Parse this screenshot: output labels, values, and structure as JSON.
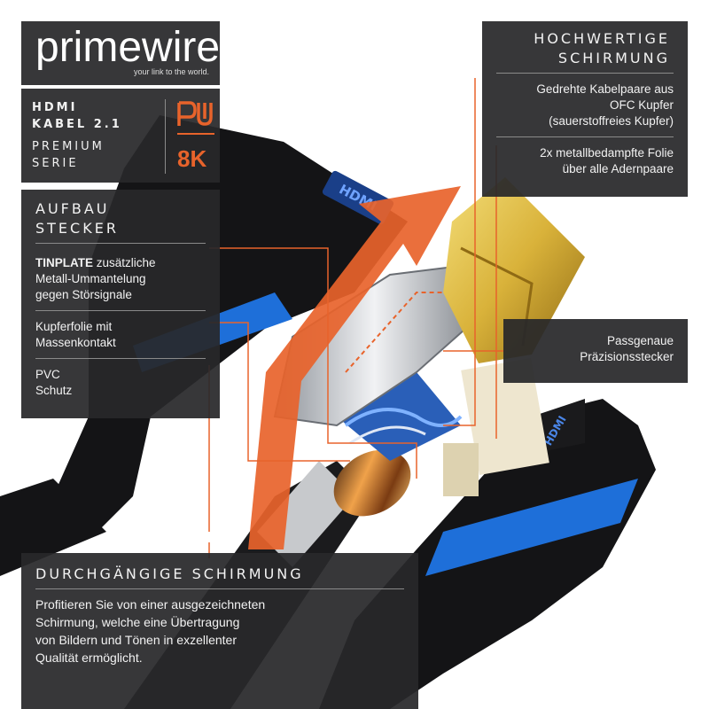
{
  "logo": {
    "brand": "primewire",
    "tagline": "your link to the world."
  },
  "badge": {
    "line1": "HDMI",
    "line2": "KABEL 2.1",
    "line3": "PREMIUM",
    "line4": "SERIE",
    "resolution": "8K",
    "mark_icon": "pw-monogram"
  },
  "aufbau": {
    "heading_line1": "AUFBAU",
    "heading_line2": "STECKER",
    "item1_bold": "TINPLATE",
    "item1_rest": " zusätzliche",
    "item1_line2": "Metall-Ummantelung",
    "item1_line3": "gegen Störsignale",
    "item2_line1": "Kupferfolie mit",
    "item2_line2": "Massenkontakt",
    "item3_line1": "PVC",
    "item3_line2": "Schutz"
  },
  "schirmung": {
    "heading_line1": "HOCHWERTIGE",
    "heading_line2": "SCHIRMUNG",
    "item1_line1": "Gedrehte Kabelpaare aus",
    "item1_line2": "OFC Kupfer",
    "item1_line3": "(sauerstoffreies Kupfer)",
    "item2_line1": "2x metallbedampfte Folie",
    "item2_line2": "über alle Adernpaare"
  },
  "passgenau": {
    "line1": "Passgenaue",
    "line2": "Präzisionsstecker"
  },
  "bottom": {
    "heading": "DURCHGÄNGIGE SCHIRMUNG",
    "line1": "Profitieren Sie von einer ausgezeichneten",
    "line2": "Schirmung, welche eine Übertragung",
    "line3": "von Bildern und Tönen in exzellenter",
    "line4": "Qualität ermöglicht."
  },
  "colors": {
    "accent": "#e8632b",
    "panel": "#28282a",
    "cable": "#141416",
    "stripe": "#1e6fd9",
    "gold": "#d9b23a"
  },
  "icons": {
    "hdmi_logo_top": "hdmi-logo-icon",
    "hdmi_logo_right": "hdmi-logo-icon",
    "arrow": "arrow-up-right-icon"
  }
}
